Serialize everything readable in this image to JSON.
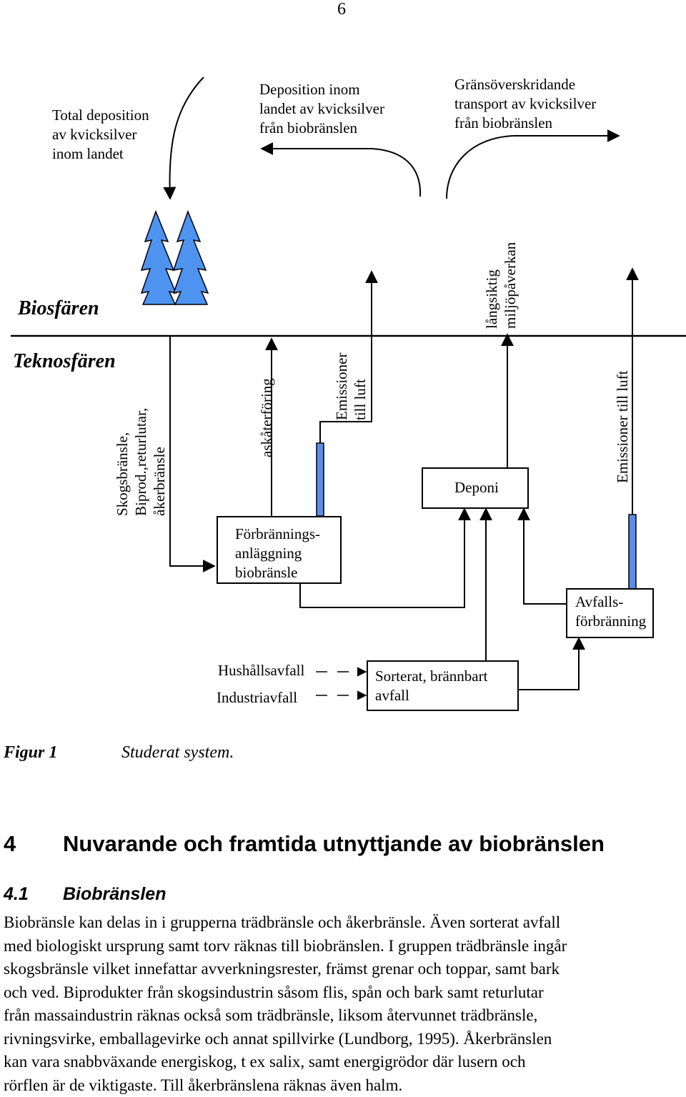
{
  "page_number": "6",
  "diagram": {
    "top_labels": {
      "total_deposition": [
        "Total deposition",
        "av kvicksilver",
        "inom landet"
      ],
      "deposition_inom": [
        "Deposition inom",
        "landet av kvicksilver",
        "från biobränslen"
      ],
      "gransoverskridande": [
        "Gränsöverskridande",
        "transport av kvicksilver",
        "från biobränslen"
      ]
    },
    "biosfaren": "Biosfären",
    "teknosfaren": "Teknosfären",
    "vertical_labels": {
      "skogsbransle": [
        "Skogsbränsle,",
        "Biprod.,returlutar,",
        "åkerbränsle"
      ],
      "askaterforing": "askåterföring",
      "emissioner_1": [
        "Emissioner",
        "till luft"
      ],
      "langsiktig": [
        "långsiktig",
        "miljöpåverkan"
      ],
      "emissioner_2": "Emissioner till luft"
    },
    "boxes": {
      "forbranning": [
        "Förbrännings-",
        "anläggning",
        "biobränsle"
      ],
      "deponi": "Deponi",
      "avfallsforbranning": [
        "Avfalls-",
        "förbränning"
      ],
      "sorterat": [
        "Sorterat, brännbart",
        "avfall"
      ]
    },
    "inputs": {
      "hushall": "Hushållsavfall",
      "industri": "Industriavfall"
    }
  },
  "figure": {
    "label": "Figur 1",
    "caption": "Studerat system."
  },
  "section": {
    "number": "4",
    "title": "Nuvarande och framtida utnyttjande av biobränslen"
  },
  "subsection": {
    "number": "4.1",
    "title": "Biobränslen"
  },
  "paragraph_lines": [
    "Biobränsle kan delas in i grupperna trädbränsle och åkerbränsle. Även sorterat avfall",
    "med biologiskt ursprung samt torv räknas till biobränslen. I gruppen trädbränsle ingår",
    "skogsbränsle vilket innefattar avverkningsrester, främst grenar och toppar, samt bark",
    "och ved. Biprodukter från skogsindustrin såsom flis, spån och bark samt returlutar",
    "från massaindustrin räknas också som trädbränsle, liksom återvunnet trädbränsle,",
    "rivningsvirke, emballagevirke och annat spillvirke (Lundborg, 1995). Åkerbränslen",
    "kan vara snabbväxande energiskog, t ex salix, samt energigrödor där lusern och",
    "rörflen är de viktigaste. Till åkerbränslena räknas även halm."
  ],
  "colors": {
    "tree_fill": "#4f93f0",
    "blue_bar": "#5b8de8"
  }
}
